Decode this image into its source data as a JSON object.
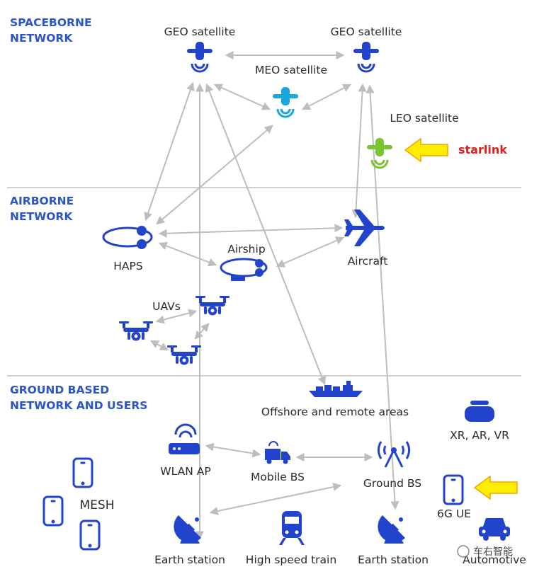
{
  "layers": {
    "spaceborne": [
      "SPACEBORNE",
      "NETWORK"
    ],
    "airborne": [
      "AIRBORNE",
      "NETWORK"
    ],
    "ground": [
      "GROUND BASED",
      "NETWORK AND USERS"
    ]
  },
  "nodes": {
    "geo_left": "GEO satellite",
    "geo_right": "GEO satellite",
    "meo": "MEO satellite",
    "leo": "LEO satellite",
    "haps": "HAPS",
    "airship": "Airship",
    "aircraft": "Aircraft",
    "uavs": "UAVs",
    "offshore": "Offshore and remote areas",
    "xr": "XR, AR, VR",
    "wlan": "WLAN AP",
    "mobile_bs": "Mobile BS",
    "ground_bs": "Ground BS",
    "ue": "6G UE",
    "mesh": "MESH",
    "earth_left": "Earth station",
    "train": "High speed train",
    "earth_right": "Earth station",
    "automotive": "Automotive"
  },
  "annotation": {
    "starlink": "starlink",
    "arrow_color": "#ffee00"
  },
  "watermark": "车右智能",
  "colors": {
    "primary": "#2244cc",
    "meo": "#1aa7e0",
    "leo": "#7cc42f",
    "link": "#bdbdbd",
    "title": "#2b55c8"
  }
}
